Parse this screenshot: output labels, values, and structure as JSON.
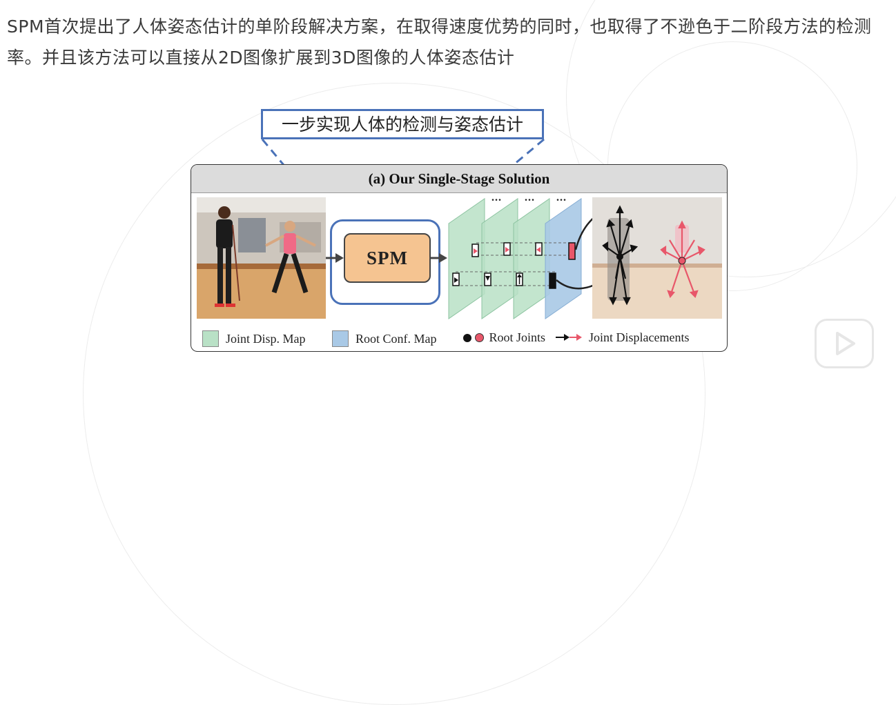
{
  "intro_text": "SPM首次提出了人体姿态估计的单阶段解决方案，在取得速度优势的同时，也取得了不逊色于二阶段方法的检测率。并且该方法可以直接从2D图像扩展到3D图像的人体姿态估计",
  "callout": "一步实现人体的检测与姿态估计",
  "figure": {
    "title": "(a) Our Single-Stage Solution",
    "module_label": "SPM",
    "ellipsis": "...",
    "legend": {
      "joint_disp_map": "Joint Disp. Map",
      "root_conf_map": "Root Conf. Map",
      "root_joints": "Root Joints",
      "joint_displacements": "Joint Displacements"
    }
  },
  "colors": {
    "accent_blue": "#4a72b8",
    "spm_fill": "#f5c491",
    "joint_disp_map": "#b9e1c6",
    "root_conf_map": "#a9c9e6",
    "root_joint_black": "#111111",
    "root_joint_red": "#e8576a"
  },
  "icons": {
    "play_button": "play-icon"
  }
}
